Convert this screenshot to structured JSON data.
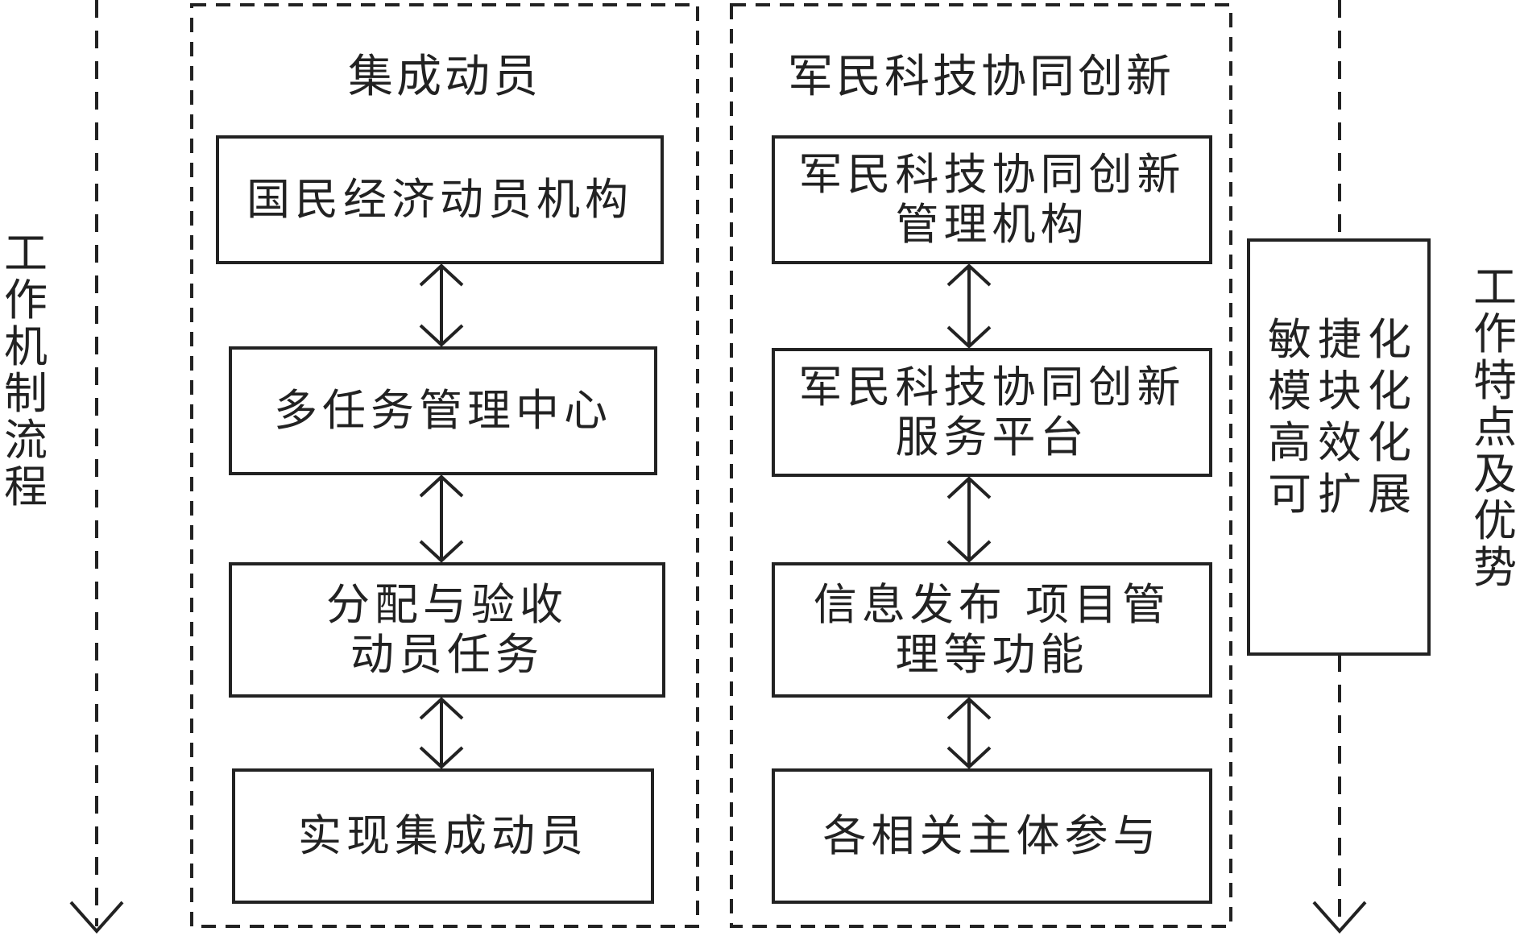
{
  "left_flow_label": "工作机制流程",
  "right_feature_label": "工作特点及优势",
  "panels": [
    {
      "title": "集成动员",
      "boxes": [
        "国民经济动员机构",
        "多任务管理中心",
        "分配与验收\n动员任务",
        "实现集成动员"
      ]
    },
    {
      "title": "军民科技协同创新",
      "boxes": [
        "军民科技协同创新\n管理机构",
        "军民科技协同创新\n服务平台",
        "信息发布 项目管\n理等功能",
        "各相关主体参与"
      ]
    }
  ],
  "features": "敏捷化\n模块化\n高效化\n可扩展",
  "colors": {
    "stroke": "#222222",
    "background": "#ffffff"
  }
}
